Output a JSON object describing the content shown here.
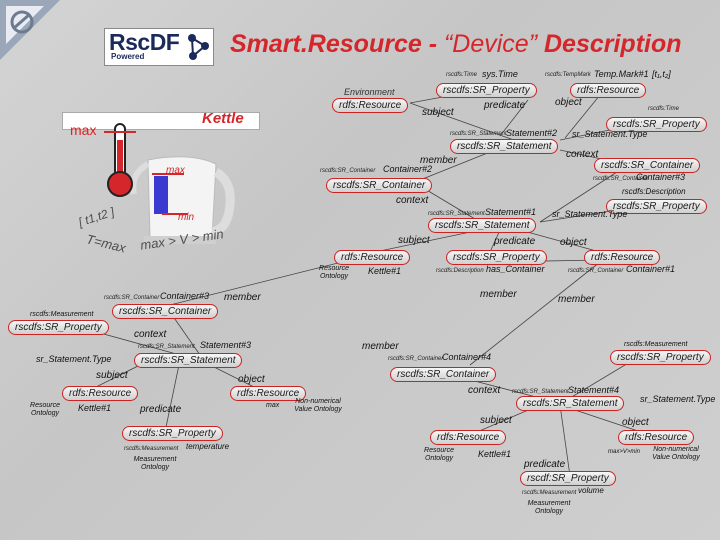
{
  "header": {
    "logo_text": "RscDF",
    "logo_sub": "Powered",
    "title_part1": "Smart.Resource - ",
    "title_quote": "“Device”",
    "title_part2": " Description"
  },
  "scene": {
    "kettle": "Kettle",
    "max": "max",
    "therm_max": "max",
    "therm_min": "min",
    "range": "[ t1,t2 ]",
    "tmax": "T=max",
    "formula": "max > V > min"
  },
  "labels": {
    "l1": "rscdfs:Time",
    "l1b": "sys.Time",
    "l2": "rscdfs:TempMark",
    "l2b": "Temp.Mark#1",
    "l3": "[t₁,t₂]",
    "l4": "Environment",
    "l5": "rdfs:Resource",
    "l6": "rscdfs:SR_Property",
    "l7": "rdfs:Resource",
    "l8": "predicate",
    "l9": "object",
    "l10": "subject",
    "l11": "rscdfs:Time",
    "l12": "rscdfs:SR_Property",
    "l13": "rscdfs:SR_Statement",
    "l13b": "Statement#2",
    "l14": "sr_Statement.Type",
    "l15": "rscdfs:SR_Statement",
    "l16": "context",
    "l17": "member",
    "l18": "rscdfs:SR_Container",
    "l18b": "Container#2",
    "l19": "rscdfs:SR_Container",
    "l20": "rscdfs:SR_Container",
    "l21": "rscdfs:SR_Container",
    "l21b": "Container#3",
    "l22": "rscdfs:Description",
    "l23": "context",
    "l24": "rscdfs:SR_Property",
    "l25": "rscdfs:SR_Statement",
    "l25b": "Statement#1",
    "l26": "sr_Statement.Type",
    "l27": "rscdfs:SR_Statement",
    "l28": "subject",
    "l29": "predicate",
    "l30": "object",
    "l31": "rdfs:Resource",
    "l32": "rscdfs:SR_Property",
    "l33": "rdfs:Resource",
    "l34": "Resource Ontology",
    "l35": "Kettle#1",
    "l36": "rscdfs:Description",
    "l36b": "has_Container",
    "l37": "rscdfs:SR_Container",
    "l37b": "Container#1",
    "l38": "member",
    "l39": "rscdfs:SR_Container",
    "l39b": "Container#3",
    "l40": "member",
    "l41": "member",
    "l42": "rscdfs:Measurement",
    "l43": "rscdfs:SR_Container",
    "l44": "rscdfs:SR_Property",
    "l45": "context",
    "l46": "member",
    "l47": "rscdfs:Measurement",
    "l48": "rscdfs:SR_Statement",
    "l48b": "Statement#3",
    "l49": "sr_Statement.Type",
    "l50": "rscdfs:SR_Statement",
    "l51": "rscdfs:SR_Container",
    "l51b": "Container#4",
    "l52": "rscdfs:SR_Property",
    "l53": "subject",
    "l54": "object",
    "l55": "rscdfs:SR_Container",
    "l56": "rdfs:Resource",
    "l57": "rdfs:Resource",
    "l58": "context",
    "l59": "rscdfs:SR_Statement",
    "l59b": "Statement#4",
    "l60": "Resource Ontology",
    "l61": "Kettle#1",
    "l62": "predicate",
    "l63": "max",
    "l64": "Non-numerical Value Ontology",
    "l65": "rscdfs:SR_Statement",
    "l66": "sr_Statement.Type",
    "l67": "rscdfs:SR_Property",
    "l68": "rscdfs:Measurement",
    "l68b": "temperature",
    "l69": "Measurement Ontology",
    "l70": "subject",
    "l71": "object",
    "l72": "rdfs:Resource",
    "l73": "rdfs:Resource",
    "l74": "Resource Ontology",
    "l75": "Kettle#1",
    "l76": "max>V>min",
    "l77": "Non-numerical Value Ontology",
    "l78": "predicate",
    "l79": "rscdf:SR_Property",
    "l80": "rscdfs:Measurement",
    "l80b": "volume",
    "l81": "Measurement Ontology"
  },
  "colors": {
    "title": "#d4262b",
    "node_border": "#c22222",
    "edge": "#444444",
    "logo_navy": "#1b2a5a"
  }
}
